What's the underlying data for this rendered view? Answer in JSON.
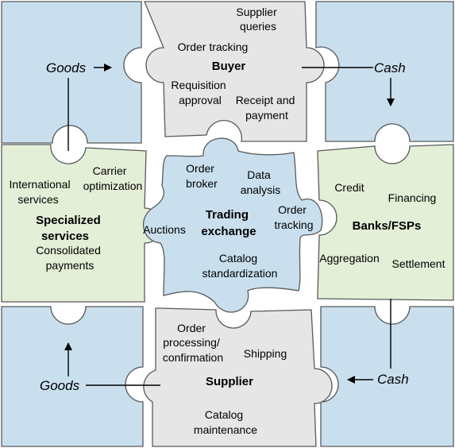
{
  "colors": {
    "blue_piece": "#c9dfee",
    "gray_piece": "#e6e6e6",
    "green_piece": "#e3efd6",
    "center_piece": "#c9dfee",
    "outline": "#5a5a5a"
  },
  "buyer": {
    "title": "Buyer",
    "supplier_queries": [
      "Supplier",
      "queries"
    ],
    "order_tracking": "Order tracking",
    "requisition_approval": [
      "Requisition",
      "approval"
    ],
    "receipt_payment": [
      "Receipt and",
      "payment"
    ]
  },
  "specialized": {
    "title": [
      "Specialized",
      "services"
    ],
    "international": [
      "International",
      "services"
    ],
    "carrier": [
      "Carrier",
      "optimization"
    ],
    "consolidated": [
      "Consolidated",
      "payments"
    ]
  },
  "exchange": {
    "title": [
      "Trading",
      "exchange"
    ],
    "order_broker": [
      "Order",
      "broker"
    ],
    "data_analysis": [
      "Data",
      "analysis"
    ],
    "order_tracking": [
      "Order",
      "tracking"
    ],
    "auctions": "Auctions",
    "catalog_std": [
      "Catalog",
      "standardization"
    ]
  },
  "banks": {
    "title": "Banks/FSPs",
    "credit": "Credit",
    "financing": "Financing",
    "aggregation": "Aggregation",
    "settlement": "Settlement"
  },
  "supplier": {
    "title": "Supplier",
    "order_processing": [
      "Order",
      "processing/",
      "confirmation"
    ],
    "shipping": "Shipping",
    "catalog_maint": [
      "Catalog",
      "maintenance"
    ]
  },
  "flows": {
    "goods_top": "Goods",
    "cash_top": "Cash",
    "goods_bottom": "Goods",
    "cash_bottom": "Cash"
  }
}
